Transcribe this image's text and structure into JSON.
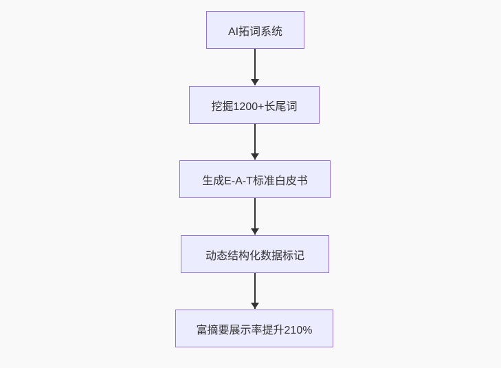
{
  "diagram": {
    "type": "flowchart",
    "direction": "top-down",
    "nodes": [
      {
        "id": "n1",
        "label": "AI拓词系统"
      },
      {
        "id": "n2",
        "label": "挖掘1200+长尾词"
      },
      {
        "id": "n3",
        "label": "生成E-A-T标准白皮书"
      },
      {
        "id": "n4",
        "label": "动态结构化数据标记"
      },
      {
        "id": "n5",
        "label": "富摘要展示率提升210%"
      }
    ],
    "edges": [
      {
        "from": "n1",
        "to": "n2"
      },
      {
        "from": "n2",
        "to": "n3"
      },
      {
        "from": "n3",
        "to": "n4"
      },
      {
        "from": "n4",
        "to": "n5"
      }
    ],
    "colors": {
      "background": "#f9f9f9",
      "node_fill": "#ECECFF",
      "node_border": "#9370DB",
      "text": "#333333",
      "arrow": "#333333"
    }
  }
}
